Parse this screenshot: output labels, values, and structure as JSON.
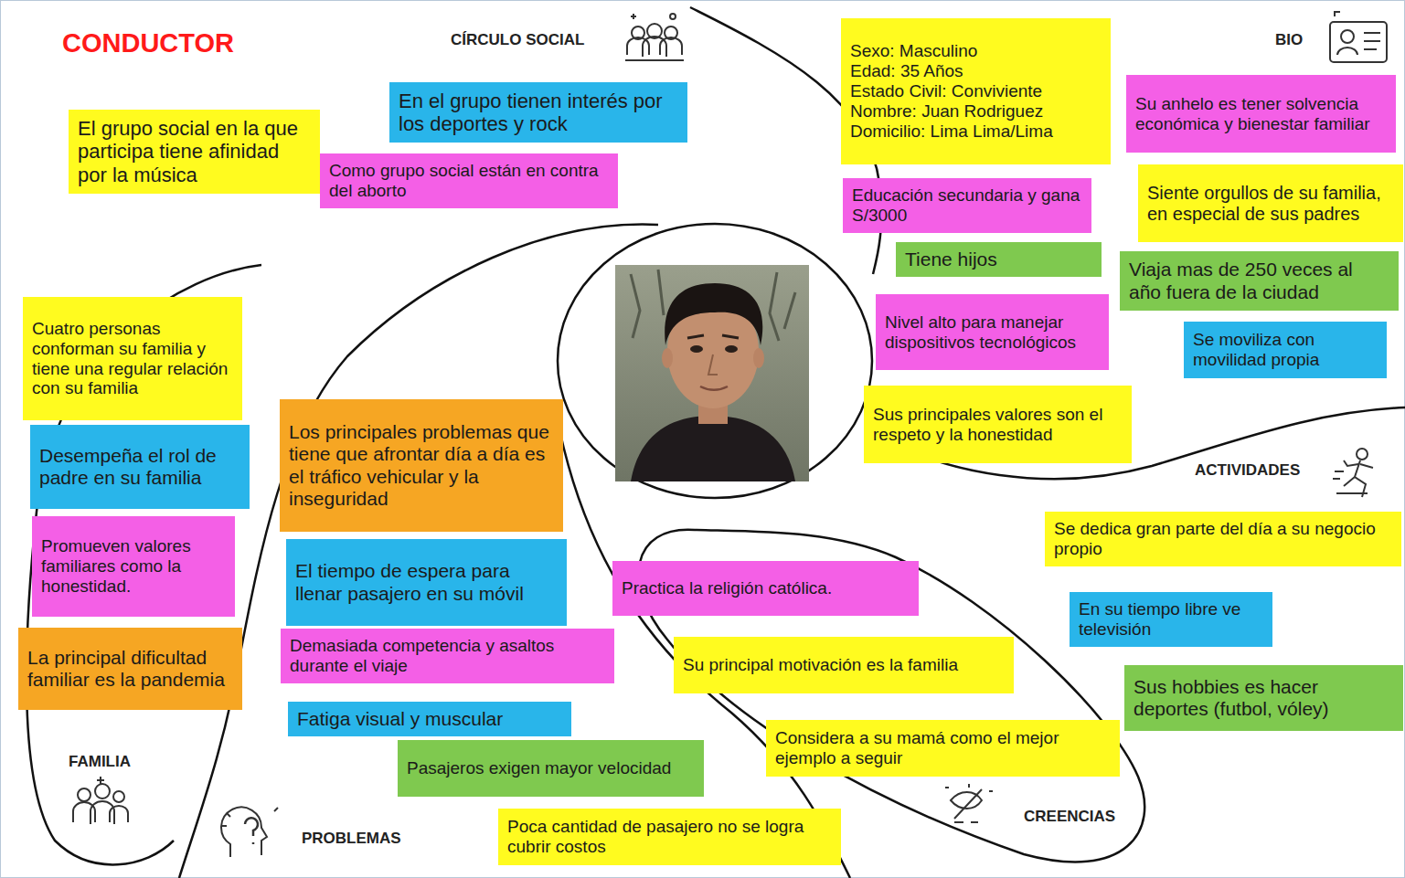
{
  "diagram": {
    "title": "CONDUCTOR",
    "nodes": [
      {
        "text": [
          "En el grupo tienen interés por los deportes y  rock"
        ]
      },
      {
        "text": [
          "El grupo social en la que participa tiene afinidad por la música"
        ]
      },
      {
        "text": [
          "Como grupo social están en contra del aborto"
        ]
      },
      {
        "text": [
          "Sexo: Masculino",
          "Edad: 35 Años",
          "Estado Civil: Conviviente",
          "Nombre: Juan Rodriguez",
          "Domicilio: Lima Lima/Lima"
        ]
      },
      {
        "text": [
          "Su anhelo es tener solvencia económica y bienestar familiar"
        ]
      },
      {
        "text": [
          "Educación secundaria y gana S/3000"
        ]
      },
      {
        "text": [
          "Siente orgullos de su familia, en especial de sus padres"
        ]
      },
      {
        "text": [
          "Tiene hijos"
        ]
      },
      {
        "text": [
          "Viaja mas de 250 veces al año fuera de la ciudad"
        ]
      },
      {
        "text": [
          "Cuatro personas conforman su familia y tiene una regular relación con su familia"
        ]
      },
      {
        "text": [
          "Nivel alto para manejar dispositivos tecnológicos"
        ]
      },
      {
        "text": [
          "Se moviliza con movilidad propia"
        ]
      },
      {
        "text": [
          "Sus principales valores son el respeto y la honestidad"
        ]
      },
      {
        "text": [
          "Los principales problemas que tiene que afrontar día a día es  el tráfico vehicular y la inseguridad"
        ]
      },
      {
        "text": [
          "Desempeña el rol de padre en su familia"
        ]
      },
      {
        "text": [
          "Se dedica gran parte del día a su negocio propio"
        ]
      },
      {
        "text": [
          "Promueven valores familiares como la honestidad."
        ]
      },
      {
        "text": [
          "El tiempo de espera para llenar pasajero en su móvil"
        ]
      },
      {
        "text": [
          "Practica la religión católica."
        ]
      },
      {
        "text": [
          "En su tiempo libre ve televisión"
        ]
      },
      {
        "text": [
          "La principal dificultad familiar es la pandemia"
        ]
      },
      {
        "text": [
          "Demasiada competencia y asaltos durante el viaje"
        ]
      },
      {
        "text": [
          "Su principal motivación es la familia"
        ]
      },
      {
        "text": [
          "Sus hobbies es hacer deportes (futbol,  vóley)"
        ]
      },
      {
        "text": [
          "Fatiga visual y muscular"
        ]
      },
      {
        "text": [
          "Considera a su mamá como el mejor ejemplo a seguir"
        ]
      },
      {
        "text": [
          "Pasajeros exigen mayor velocidad"
        ]
      },
      {
        "text": [
          "Poca cantidad de pasajero no se logra cubrir costos"
        ]
      }
    ],
    "labels": [
      "CÍRCULO SOCIAL",
      "BIO",
      "ACTIVIDADES",
      "FAMILIA",
      "PROBLEMAS",
      "CREENCIAS"
    ]
  }
}
